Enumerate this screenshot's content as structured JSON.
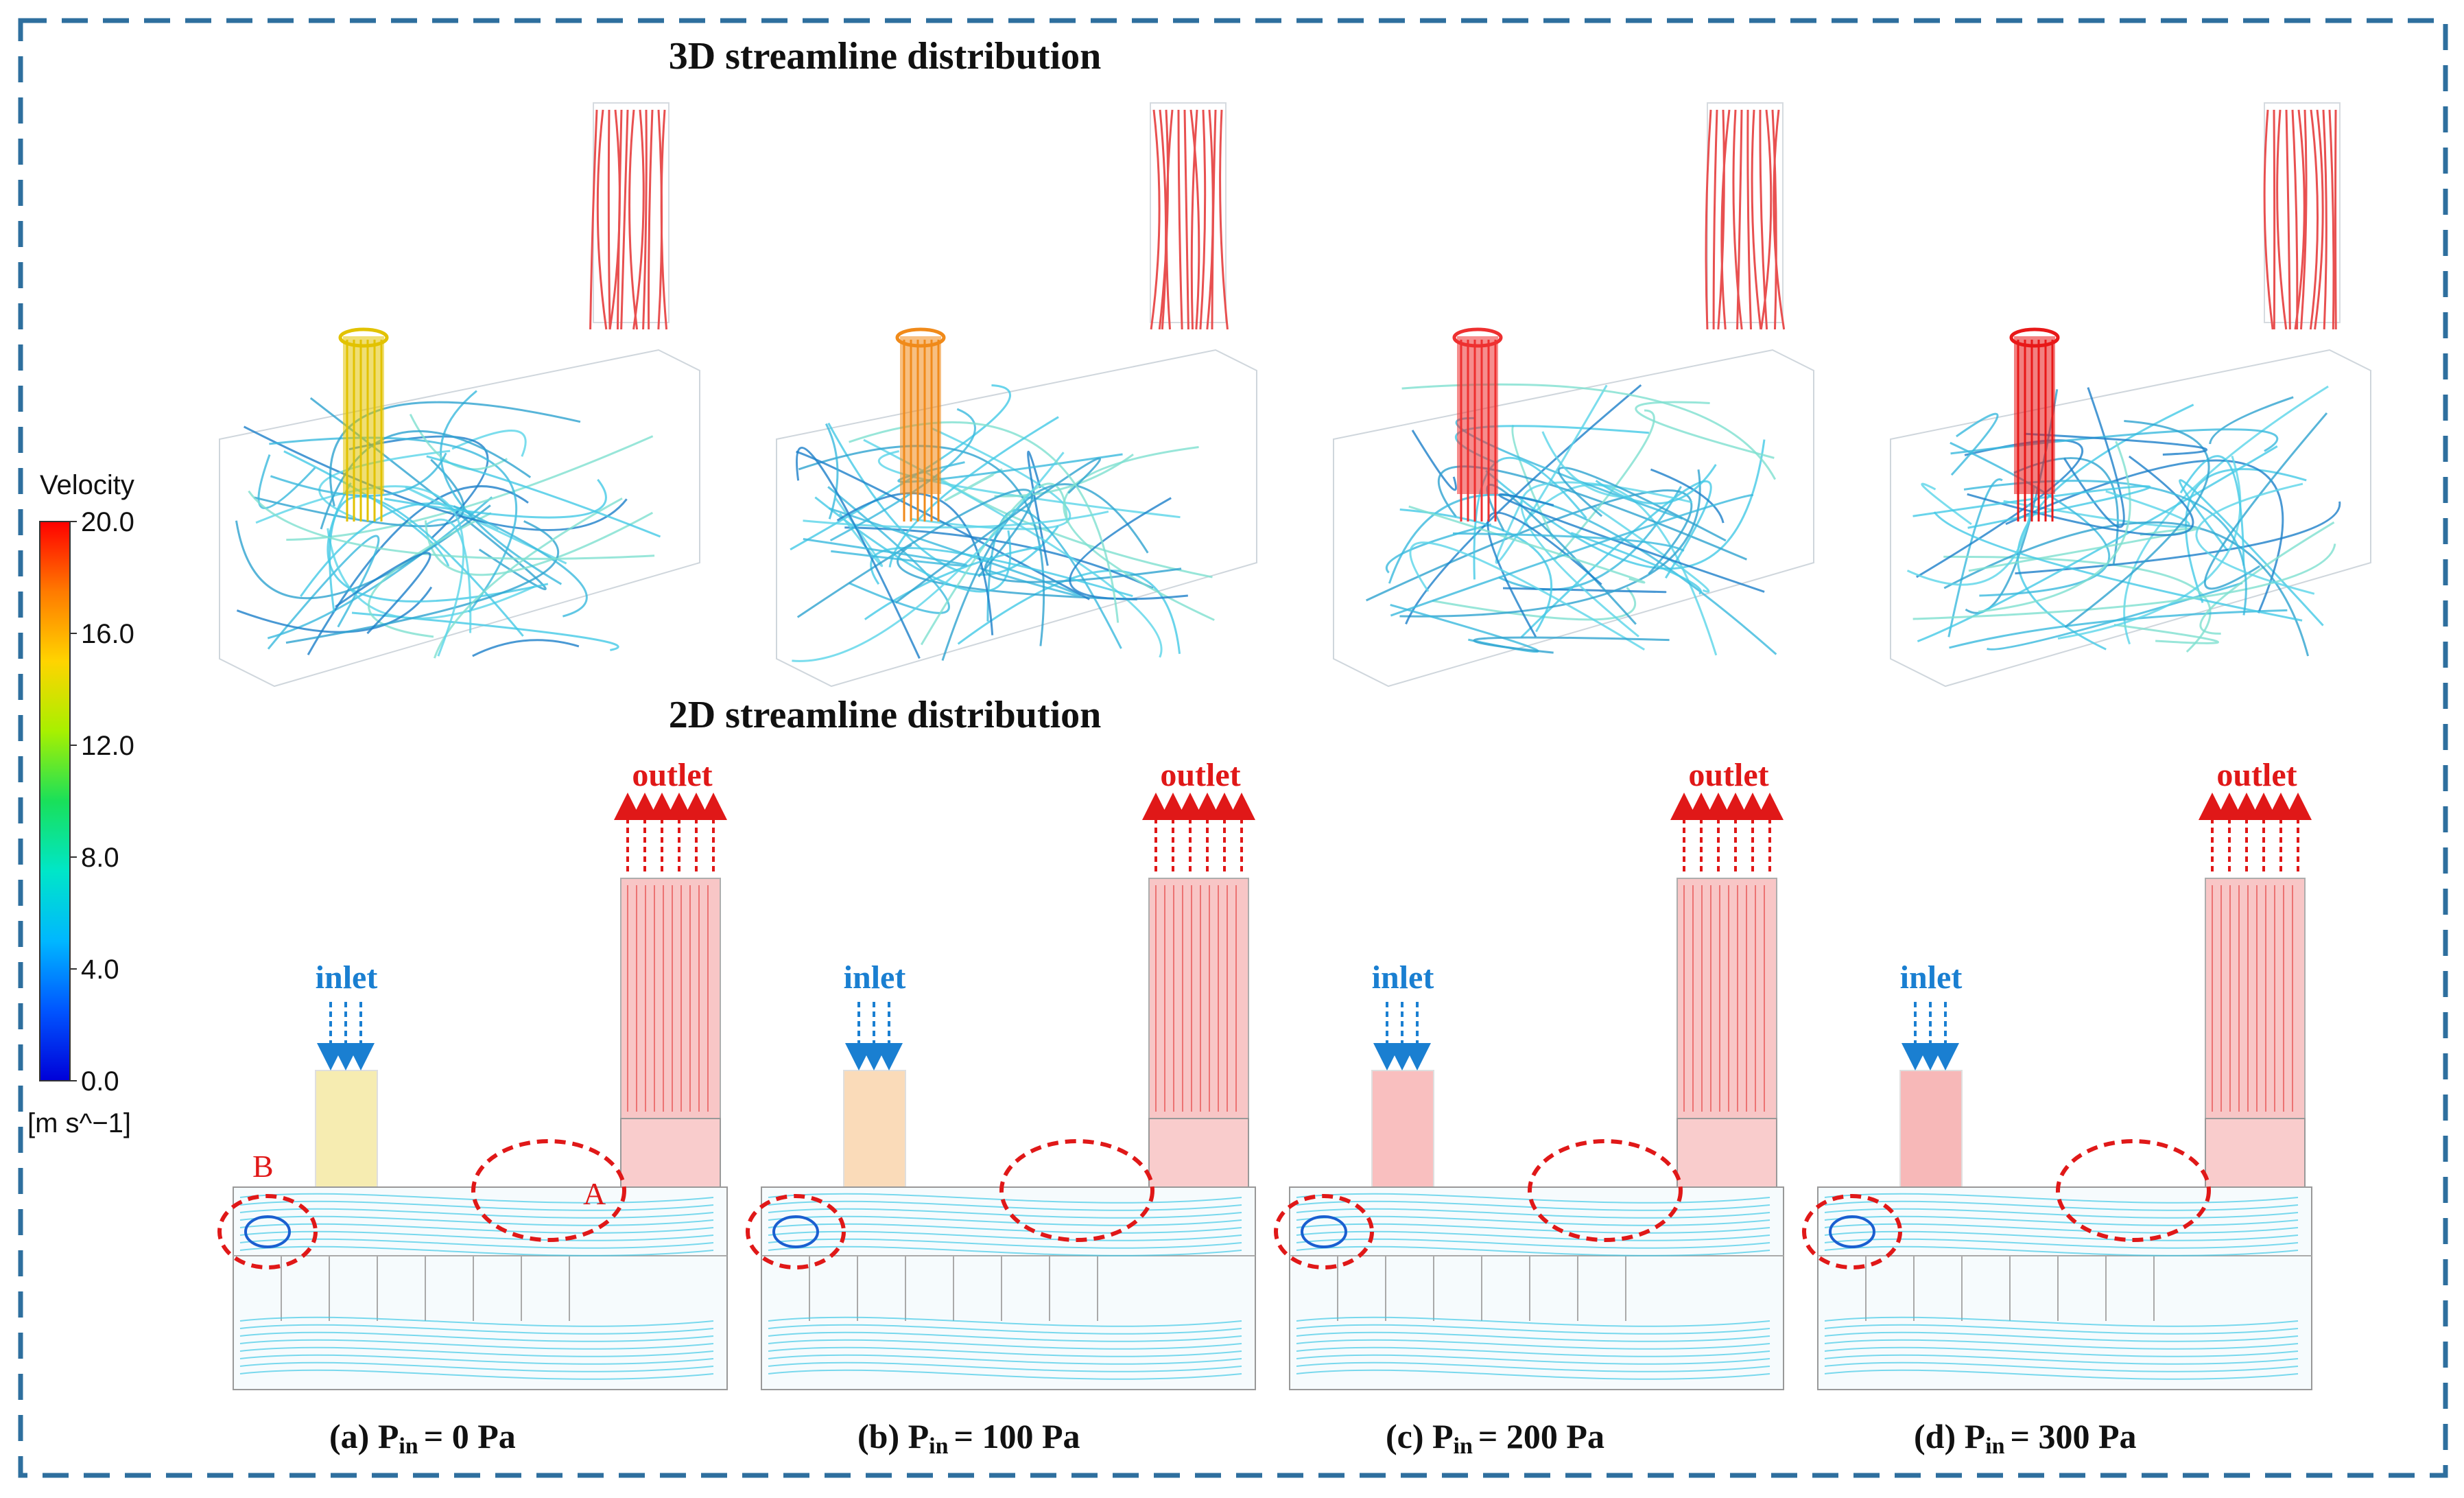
{
  "titles": {
    "top": "3D streamline distribution",
    "middle": "2D streamline distribution"
  },
  "colorbar": {
    "title": "Velocity",
    "unit": "[m s^−1]",
    "ticks": [
      "20.0",
      "16.0",
      "12.0",
      "8.0",
      "4.0",
      "0.0"
    ],
    "colors": [
      "#ff0000",
      "#ff7a00",
      "#ffd400",
      "#a8f000",
      "#19e05a",
      "#00e6c8",
      "#00b7ff",
      "#0055ff",
      "#0000d8"
    ]
  },
  "labels": {
    "inlet": "inlet",
    "outlet": "outlet",
    "region_a": "A",
    "region_b": "B"
  },
  "panels": [
    {
      "letter": "(a)",
      "p_symbol": "P",
      "p_sub": "in",
      "p_value": "= 0 Pa",
      "inlet_color": "#e2c200"
    },
    {
      "letter": "(b)",
      "p_symbol": "P",
      "p_sub": "in",
      "p_value": "= 100 Pa",
      "inlet_color": "#f08a1a"
    },
    {
      "letter": "(c)",
      "p_symbol": "P",
      "p_sub": "in",
      "p_value": "= 200 Pa",
      "inlet_color": "#ee3030"
    },
    {
      "letter": "(d)",
      "p_symbol": "P",
      "p_sub": "in",
      "p_value": "= 300 Pa",
      "inlet_color": "#e81818"
    }
  ],
  "colors": {
    "frame": "#2e6f9e",
    "streamline": "#43c9e6",
    "outlet_flow": "#e85050",
    "highlight": "#e01818",
    "inlet_arrow": "#1a7fd1"
  }
}
